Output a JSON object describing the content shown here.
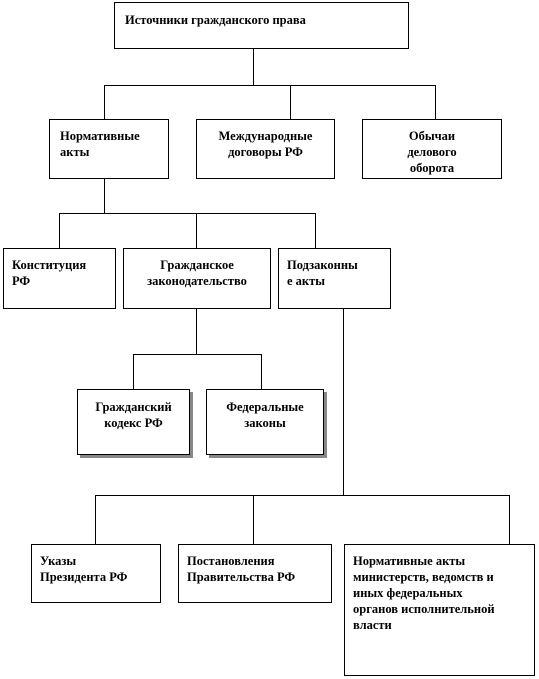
{
  "diagram": {
    "title": "Источники гражданского права",
    "level1": {
      "normative": "Нормативные\nакты",
      "international": "Международные\nдоговоры РФ",
      "customs": "Обычаи\nделового\nоборота"
    },
    "level2": {
      "constitution": "Конституция\nРФ",
      "civil_legislation": "Гражданское\nзаконодательство",
      "bylaws": "Подзаконны\nе акты"
    },
    "level3": {
      "civil_code": "Гражданский\nкодекс РФ",
      "federal_laws": "Федеральные\nзаконы"
    },
    "level4": {
      "decrees": "Указы\nПрезидента РФ",
      "resolutions": "Постановления\nПравительства РФ",
      "ministry_acts": "Нормативные акты\nминистерств, ведомств и\nиных федеральных\nорганов исполнительной\nвласти"
    }
  }
}
